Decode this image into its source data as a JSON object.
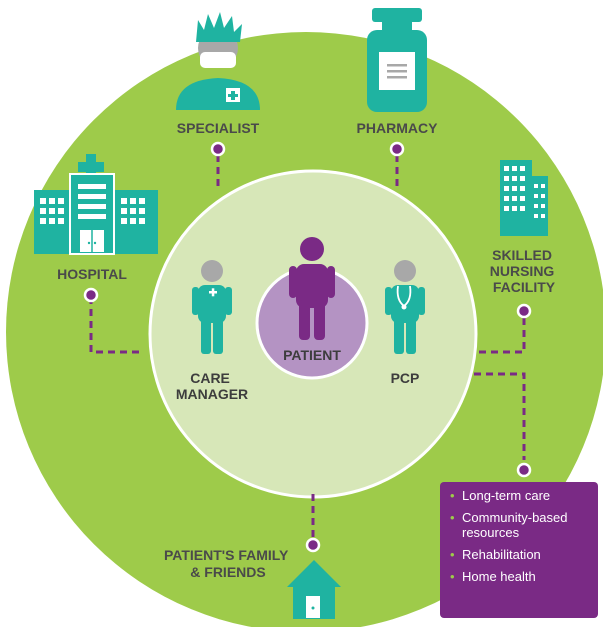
{
  "center": {
    "label": "PATIENT"
  },
  "inner_roles": [
    {
      "lines": [
        "CARE",
        "MANAGER"
      ]
    },
    {
      "lines": [
        "PCP"
      ]
    }
  ],
  "nodes": {
    "specialist": {
      "lines": [
        "SPECIALIST"
      ]
    },
    "pharmacy": {
      "lines": [
        "PHARMACY"
      ]
    },
    "hospital": {
      "lines": [
        "HOSPITAL"
      ]
    },
    "snf": {
      "lines": [
        "SKILLED",
        "NURSING",
        "FACILITY"
      ]
    },
    "family": {
      "lines": [
        "PATIENT'S FAMILY",
        "& FRIENDS"
      ]
    }
  },
  "services": {
    "items": [
      "Long-term care",
      "Community-based resources",
      "Rehabilitation",
      "Home health"
    ]
  },
  "colors": {
    "outer_ring": "#9ecb4a",
    "inner_ring": "#d7e7b8",
    "center": "#b493c3",
    "teal": "#1fb3a1",
    "purple": "#7a2a85",
    "gray_head": "#a8a8a8"
  },
  "icons": [
    "specialist-icon",
    "pharmacy-icon",
    "hospital-icon",
    "skilled-nursing-icon",
    "house-icon",
    "person-icon"
  ]
}
